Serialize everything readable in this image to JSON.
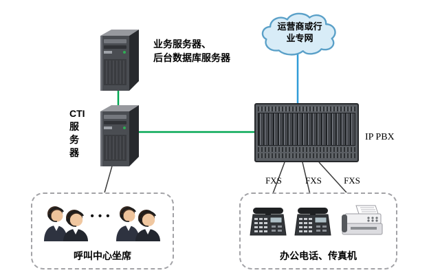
{
  "diagram": {
    "app_server": {
      "line1": "业务服务器、",
      "line2": "后台数据库服务器"
    },
    "cloud": {
      "line1": "运营商或行",
      "line2": "业专网"
    },
    "cti": {
      "line1": "CTI",
      "line2": "服",
      "line3": "务",
      "line4": "器"
    },
    "ippbx": {
      "label": "IP PBX"
    },
    "fxs": [
      "FXS",
      "FXS",
      "FXS"
    ],
    "call_center": {
      "label": "呼叫中心坐席",
      "dots": "• • •"
    },
    "office": {
      "label": "办公电话、传真机"
    }
  },
  "colors": {
    "link_green": "#00a651",
    "link_blue": "#2f9bd8",
    "link_black": "#3a3a3a",
    "cloud_fill": "#d8ecf7",
    "cloud_stroke": "#5aa0c8"
  }
}
